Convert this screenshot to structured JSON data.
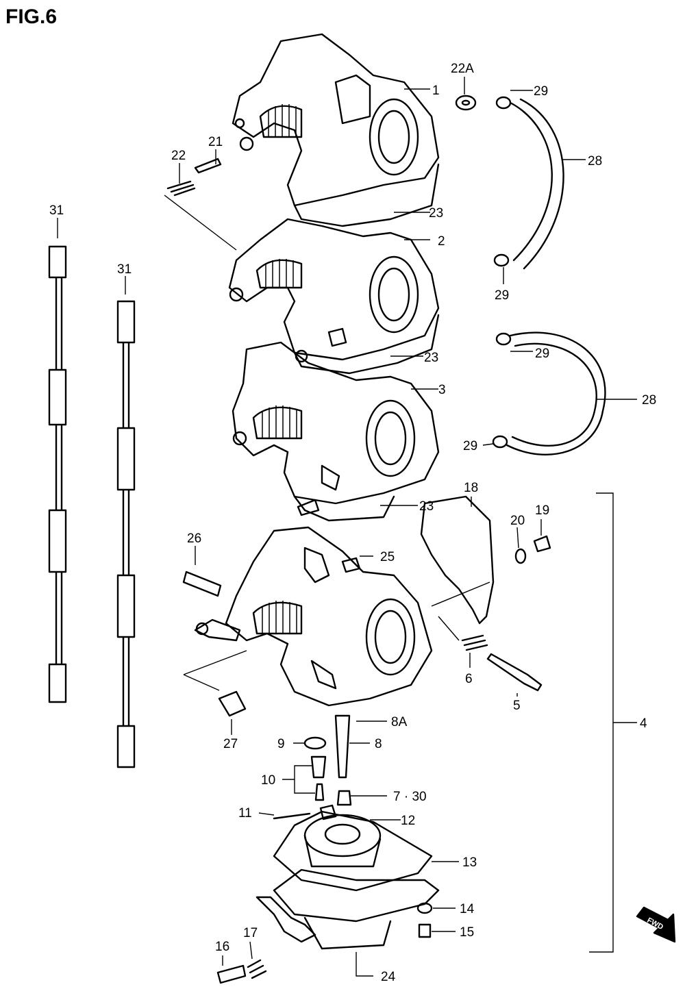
{
  "figure_title": "FIG.6",
  "fwd_badge": "FWD",
  "callouts": [
    "1",
    "2",
    "3",
    "4",
    "5",
    "6",
    "7 · 30",
    "8",
    "8A",
    "9",
    "10",
    "11",
    "12",
    "13",
    "14",
    "15",
    "16",
    "17",
    "18",
    "19",
    "20",
    "21",
    "22",
    "22A",
    "23",
    "23",
    "23",
    "24",
    "25",
    "26",
    "27",
    "28",
    "28",
    "29",
    "29",
    "29",
    "29",
    "31",
    "31"
  ]
}
